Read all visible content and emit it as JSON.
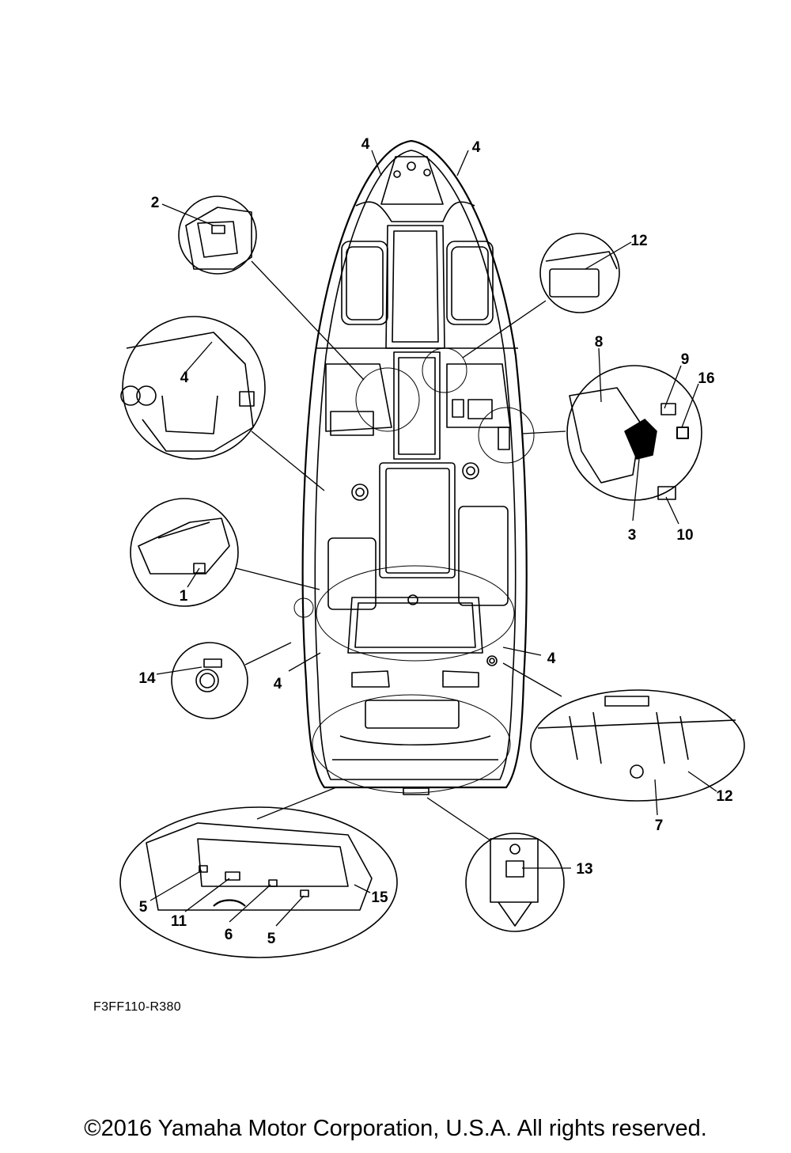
{
  "callouts": {
    "a": "1",
    "b": "2",
    "c": "3",
    "d1": "4",
    "d2": "4",
    "d3": "4",
    "d4": "4",
    "d5": "4",
    "e1": "5",
    "e2": "5",
    "f": "6",
    "g": "7",
    "h": "8",
    "i": "9",
    "j": "10",
    "k": "11",
    "l1": "12",
    "l2": "12",
    "m": "13",
    "n": "14",
    "o": "15",
    "p": "16"
  },
  "diagram_code": "F3FF110-R380",
  "copyright": "©2016 Yamaha Motor Corporation, U.S.A. All rights reserved."
}
